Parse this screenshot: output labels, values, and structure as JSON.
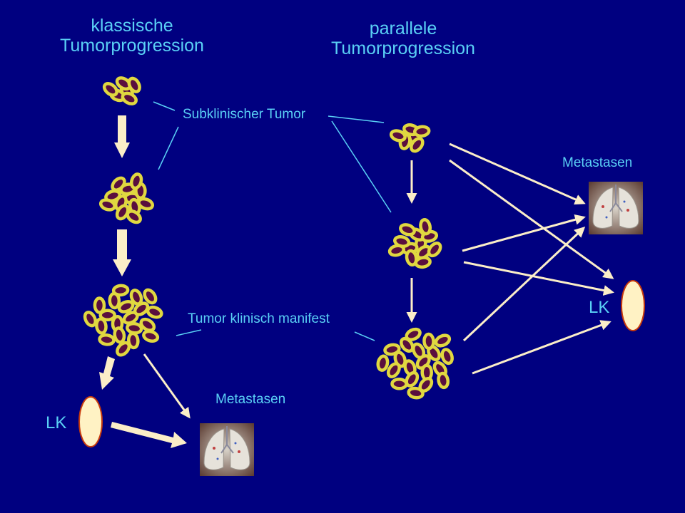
{
  "headings": {
    "classic_line1": "klassische",
    "classic_line2": "Tumorprogression",
    "parallel_line1": "parallele",
    "parallel_line2": "Tumorprogression"
  },
  "labels": {
    "subclinical": "Subklinischer Tumor",
    "clinical": "Tumor klinisch manifest",
    "metastases_right": "Metastasen",
    "metastases_left": "Metastasen",
    "lymph_node_right": "LK",
    "lymph_node_left": "LK"
  },
  "colors": {
    "background": "#000080",
    "text": "#5ad0f5",
    "cell_outline": "#e0d840",
    "cell_nucleus": "#5a0f3e",
    "arrow": "#fbeec8",
    "lymph_node_fill": "#fff2c4",
    "lymph_node_stroke": "#c83a0c"
  }
}
